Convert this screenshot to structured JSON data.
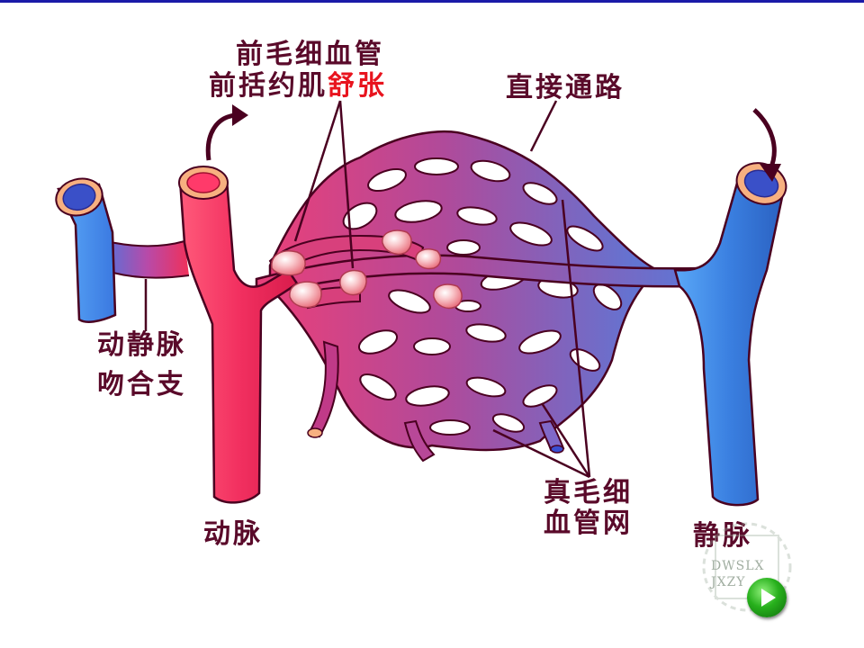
{
  "labels": {
    "precapillary": "前毛细血管",
    "sphincter_prefix": "前括约肌",
    "sphincter_state": "舒张",
    "thoroughfare": "直接通路",
    "anastomosis_line1": "动静脉",
    "anastomosis_line2": "吻合支",
    "artery": "动脉",
    "vein": "静脉",
    "true_cap_line1": "真毛细",
    "true_cap_line2": "血管网"
  },
  "watermark": {
    "line1": "DWSLX",
    "line2": "JXZY"
  },
  "colors": {
    "label_text": "#5a0a2a",
    "highlight": "#e8141e",
    "artery": "#f0305a",
    "vein": "#3a7fe0",
    "outline": "#4a0020",
    "sphincter": "#f5a0a8"
  },
  "icons": {
    "play": "play-icon"
  }
}
